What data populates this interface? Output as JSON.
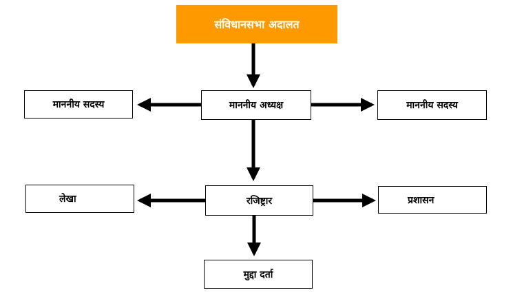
{
  "colors": {
    "top_fill": "#FF9900",
    "line": "#000000",
    "box_border": "#000000"
  },
  "nodes": {
    "constituent_assembly_court": "संविधानसभा अदालत",
    "chairperson": "माननीय अध्यक्ष",
    "member_left": "माननीय सदस्य",
    "member_right": "माननीय सदस्य",
    "registrar": "रजिष्ट्रार",
    "accounts": "लेखा",
    "administration": "प्रशासन",
    "case_registration": "मुद्दा दर्ता"
  }
}
